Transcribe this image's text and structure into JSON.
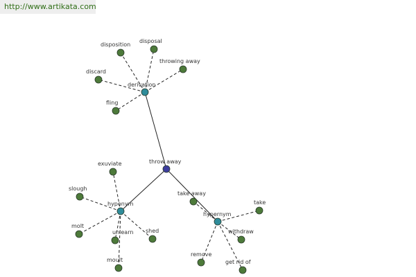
{
  "header": {
    "url": "http://www.artikata.com"
  },
  "colors": {
    "center": "#3d3d9e",
    "relation": "#2f8c9a",
    "leaf": "#4d7a3a"
  },
  "graph": {
    "center": {
      "id": "throw-away",
      "label": "throw away"
    },
    "relations": [
      {
        "id": "derivation",
        "label": "derivation"
      },
      {
        "id": "hyponym",
        "label": "hyponym"
      },
      {
        "id": "hypernym",
        "label": "hypernym"
      }
    ],
    "leaves": [
      {
        "id": "disposition",
        "label": "disposition",
        "parent": "derivation"
      },
      {
        "id": "disposal",
        "label": "disposal",
        "parent": "derivation"
      },
      {
        "id": "throwing-away",
        "label": "throwing away",
        "parent": "derivation"
      },
      {
        "id": "discard",
        "label": "discard",
        "parent": "derivation"
      },
      {
        "id": "fling",
        "label": "fling",
        "parent": "derivation"
      },
      {
        "id": "exuviate",
        "label": "exuviate",
        "parent": "hyponym"
      },
      {
        "id": "slough",
        "label": "slough",
        "parent": "hyponym"
      },
      {
        "id": "molt",
        "label": "molt",
        "parent": "hyponym"
      },
      {
        "id": "unlearn",
        "label": "unlearn",
        "parent": "hyponym"
      },
      {
        "id": "shed",
        "label": "shed",
        "parent": "hyponym"
      },
      {
        "id": "moult",
        "label": "moult",
        "parent": "hyponym"
      },
      {
        "id": "take-away",
        "label": "take away",
        "parent": "hypernym"
      },
      {
        "id": "take",
        "label": "take",
        "parent": "hypernym"
      },
      {
        "id": "withdraw",
        "label": "withdraw",
        "parent": "hypernym"
      },
      {
        "id": "remove",
        "label": "remove",
        "parent": "hypernym"
      },
      {
        "id": "get-rid-of",
        "label": "get rid of",
        "parent": "hypernym"
      }
    ]
  }
}
